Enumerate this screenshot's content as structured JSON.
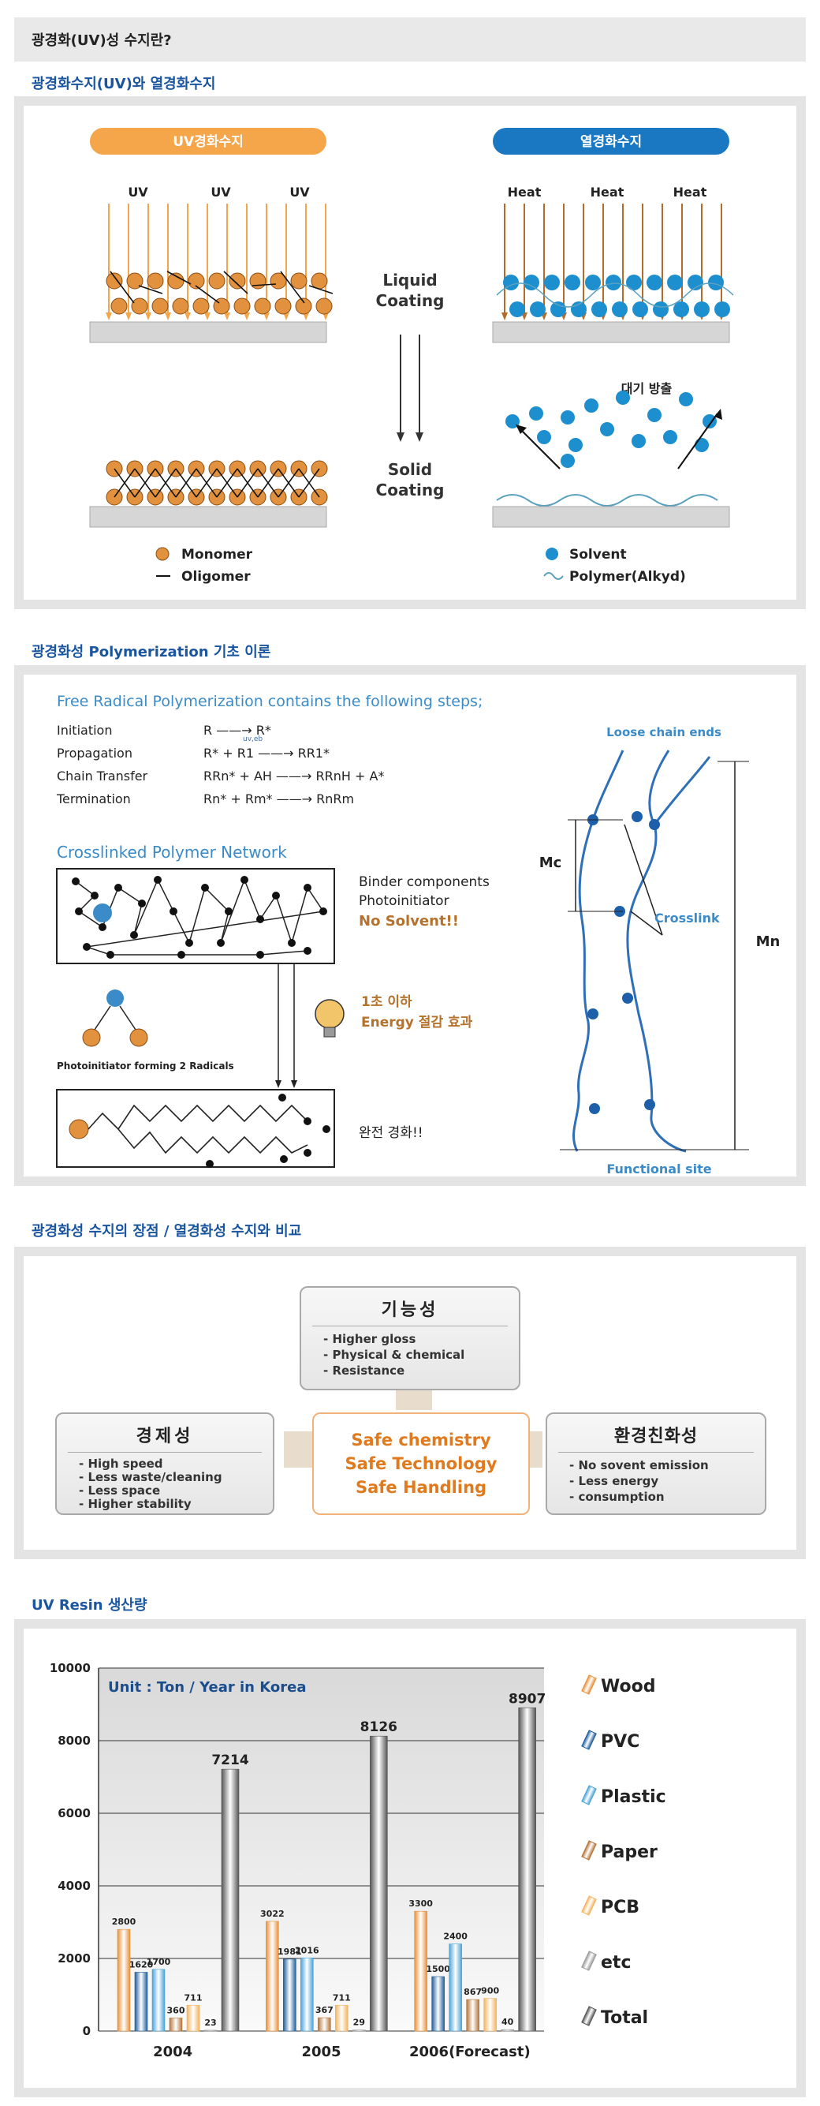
{
  "header": {
    "title": "광경화(UV)성 수지란?"
  },
  "section1": {
    "title": "광경화수지(UV)와 열경화수지",
    "uv_pill": "UV경화수지",
    "heat_pill": "열경화수지",
    "uv_label": "UV",
    "heat_label": "Heat",
    "liquid": "Liquid",
    "coating": "Coating",
    "solid": "Solid",
    "emission": "대기 방출",
    "legend": {
      "monomer": "Monomer",
      "oligomer": "Oligomer",
      "solvent": "Solvent",
      "polymer": "Polymer(Alkyd)"
    },
    "colors": {
      "uv_orange": "#f5a54a",
      "heat_blue": "#1d8fcf",
      "pill_blue": "#1a78c2"
    }
  },
  "section2": {
    "title": "광경화성 Polymerization 기초 이론",
    "free_radical": "Free Radical Polymerization contains the following steps;",
    "steps": [
      {
        "name": "Initiation",
        "eq": "R ——→ R*",
        "note": "uv,eb"
      },
      {
        "name": "Propagation",
        "eq": "R* + R1 ——→ RR1*"
      },
      {
        "name": "Chain Transfer",
        "eq": "RRn* + AH ——→ RRnH + A*"
      },
      {
        "name": "Termination",
        "eq": "Rn* + Rm* ——→ RnRm"
      }
    ],
    "crosslinked": "Crosslinked Polymer Network",
    "binder": "Binder components",
    "photoinitiator": "Photoinitiator",
    "no_solvent": "No Solvent!!",
    "one_sec": "1초 이하",
    "energy": "Energy 절감 효과",
    "pi_forming": "Photoinitiator forming 2 Radicals",
    "complete": "완전 경화!!",
    "loose": "Loose chain ends",
    "mc": "Mc",
    "mn": "Mn",
    "crosslink": "Crosslink",
    "functional": "Functional site"
  },
  "section3": {
    "title": "광경화성 수지의 장점 / 열경화성 수지와 비교",
    "function": {
      "title": "기능성",
      "items": [
        "Higher gloss",
        "Physical & chemical",
        "Resistance"
      ]
    },
    "economy": {
      "title": "경제성",
      "items": [
        "High speed",
        "Less waste/cleaning",
        "Less space",
        "Higher stability"
      ]
    },
    "env": {
      "title": "환경친화성",
      "items": [
        "No sovent emission",
        "Less energy",
        "consumption"
      ]
    },
    "center": [
      "Safe chemistry",
      "Safe Technology",
      "Safe Handling"
    ]
  },
  "section4": {
    "title": "UV Resin 생산량"
  },
  "chart_data": {
    "type": "bar",
    "title": "Unit : Ton / Year in Korea",
    "categories": [
      "2004",
      "2005",
      "2006(Forecast)"
    ],
    "series": [
      {
        "name": "Wood",
        "values": [
          2800,
          3022,
          3300
        ],
        "color": "#e8903a"
      },
      {
        "name": "PVC",
        "values": [
          1620,
          1981,
          1500
        ],
        "color": "#1e5e9c"
      },
      {
        "name": "Plastic",
        "values": [
          1700,
          2016,
          2400
        ],
        "color": "#4aa3d8"
      },
      {
        "name": "Paper",
        "values": [
          360,
          367,
          867
        ],
        "color": "#b5743a"
      },
      {
        "name": "PCB",
        "values": [
          711,
          711,
          900
        ],
        "color": "#f3b35e"
      },
      {
        "name": "etc",
        "values": [
          23,
          29,
          40
        ],
        "color": "#9a9a9a"
      },
      {
        "name": "Total",
        "values": [
          7214,
          8126,
          8907
        ],
        "color": "#555555"
      }
    ],
    "yticks": [
      "0",
      "2000",
      "4000",
      "6000",
      "8000",
      "10000"
    ],
    "ylim": [
      0,
      10000
    ],
    "grid": true,
    "legend": "right"
  }
}
